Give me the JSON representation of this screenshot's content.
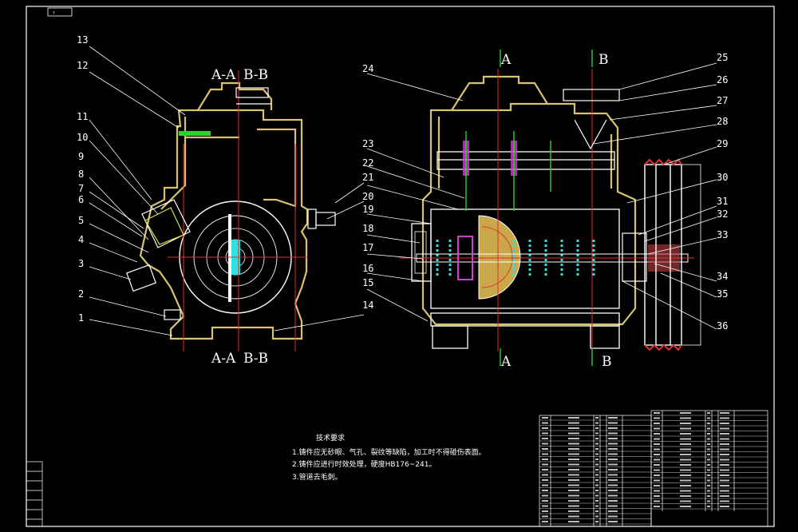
{
  "drawing": {
    "stamp": "?",
    "section_marks": {
      "aa": "A-A",
      "bb": "B-B",
      "a": "A",
      "b": "B"
    },
    "part_numbers": [
      "1",
      "2",
      "3",
      "4",
      "5",
      "6",
      "7",
      "8",
      "9",
      "10",
      "11",
      "12",
      "13",
      "14",
      "15",
      "16",
      "17",
      "18",
      "19",
      "20",
      "21",
      "22",
      "23",
      "24",
      "25",
      "26",
      "27",
      "28",
      "29",
      "30",
      "31",
      "32",
      "33",
      "34",
      "35",
      "36"
    ],
    "tech_requirements": {
      "title": "技术要求",
      "items": [
        "1.铸件应无砂眼、气孔、裂纹等缺陷，加工时不得碰伤表面。",
        "2.铸件应进行时效处理，硬度HB176~241。",
        "3.管道去毛刺。"
      ]
    }
  },
  "colors": {
    "background": "#000000",
    "outline": "#ffffff",
    "body": "#d9c26e",
    "centerline": "#e03030",
    "accent_cyan": "#30e0e0",
    "accent_green": "#30d030",
    "accent_magenta": "#d040d0",
    "accent_yellow": "#e0e040"
  }
}
